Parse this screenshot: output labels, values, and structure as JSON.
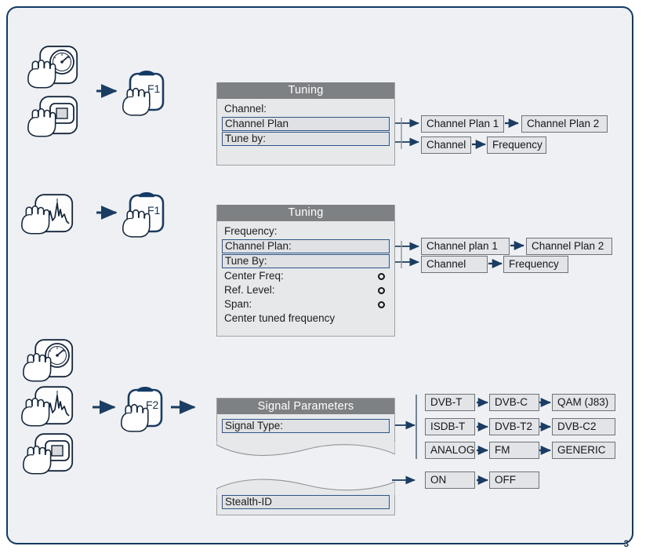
{
  "page": {
    "number": "3",
    "frame_color": "#123a63",
    "background": "#eef0f3"
  },
  "colors": {
    "panel_header_bg": "#7e8184",
    "panel_body_bg": "#e7e8ea",
    "selected_row_border": "#2d5688",
    "chip_border": "#6e7277",
    "arrow": "#1b3c63",
    "icon_outline": "#14253b"
  },
  "sections": [
    {
      "id": "section-tuning-meter",
      "source_icons": [
        "gauge-icon",
        "tv-icon"
      ],
      "softkey": "F1",
      "menu": {
        "title": "Tuning",
        "rows": [
          {
            "type": "plain",
            "label": "Channel:",
            "marker": false
          },
          {
            "type": "box",
            "label": "Channel Plan"
          },
          {
            "type": "box",
            "label": "Tune by:"
          }
        ]
      },
      "options": [
        {
          "from": "Channel Plan",
          "values": [
            "Channel Plan 1",
            "Channel Plan 2"
          ]
        },
        {
          "from": "Tune by:",
          "values": [
            "Channel",
            "Frequency"
          ]
        }
      ]
    },
    {
      "id": "section-tuning-spectrum",
      "source_icons": [
        "spectrum-icon"
      ],
      "softkey": "F1",
      "menu": {
        "title": "Tuning",
        "rows": [
          {
            "type": "plain",
            "label": "Frequency:",
            "marker": false
          },
          {
            "type": "box",
            "label": "Channel Plan:"
          },
          {
            "type": "box",
            "label": "Tune By:"
          },
          {
            "type": "plain",
            "label": "Center Freq:",
            "marker": true
          },
          {
            "type": "plain",
            "label": "Ref. Level:",
            "marker": true
          },
          {
            "type": "plain",
            "label": "Span:",
            "marker": true
          },
          {
            "type": "plain",
            "label": "Center tuned frequency",
            "marker": false
          }
        ]
      },
      "options": [
        {
          "from": "Channel Plan:",
          "values": [
            "Channel plan 1",
            "Channel Plan 2"
          ]
        },
        {
          "from": "Tune By:",
          "values": [
            "Channel",
            "Frequency"
          ]
        }
      ]
    },
    {
      "id": "section-signal-parameters",
      "source_icons": [
        "gauge-icon",
        "spectrum-icon",
        "tv-icon"
      ],
      "softkey": "F2",
      "menu": {
        "title": "Signal Parameters",
        "rows": [
          {
            "type": "box",
            "label": "Signal Type:"
          },
          {
            "type": "box",
            "label": "Stealth-ID"
          }
        ]
      },
      "options": [
        {
          "from": "Signal Type:",
          "values": [
            "DVB-T",
            "DVB-C",
            "QAM (J83)"
          ]
        },
        {
          "from": "Signal Type:",
          "values": [
            "ISDB-T",
            "DVB-T2",
            "DVB-C2"
          ]
        },
        {
          "from": "Signal Type:",
          "values": [
            "ANALOG",
            "FM",
            "GENERIC"
          ]
        },
        {
          "from": "Stealth-ID",
          "values": [
            "ON",
            "OFF"
          ]
        }
      ]
    }
  ],
  "signal_type_grid": {
    "rows": [
      [
        "DVB-T",
        "DVB-C",
        "QAM (J83)"
      ],
      [
        "ISDB-T",
        "DVB-T2",
        "DVB-C2"
      ],
      [
        "ANALOG",
        "FM",
        "GENERIC"
      ]
    ]
  },
  "stealth_id_options": [
    "ON",
    "OFF"
  ]
}
